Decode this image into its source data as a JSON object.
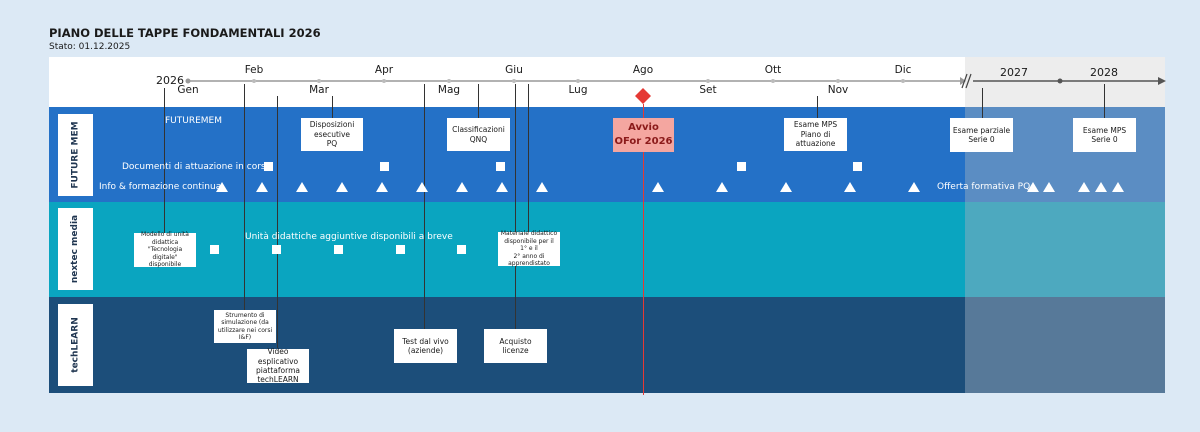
{
  "header": {
    "title": "PIANO DELLE TAPPE FONDAMENTALI 2026",
    "subtitle": "Stato: 01.12.2025"
  },
  "timeline": {
    "year_start": "2026",
    "months_top": [
      "Feb",
      "Apr",
      "Giu",
      "Ago",
      "Ott",
      "Dic"
    ],
    "months_bottom": [
      "Gen",
      "Mar",
      "Mag",
      "Lug",
      "Set",
      "Nov"
    ],
    "years_future": [
      "2027",
      "2028"
    ],
    "milestone": "Avvio\nOFor 2026",
    "milestone_color": "#e53935"
  },
  "colors": {
    "futuremem_band": "#2471c7",
    "nextec_band": "#0aa5c0",
    "techlearn_band": "#1c4e7a",
    "future_overlay": "#8aa3bb"
  },
  "lanes": {
    "futuremem": {
      "logo": "FUTURE MEM",
      "label": "FUTUREMEM",
      "row_docs": "Documenti di attuazione in corso",
      "row_info": "Info & formazione continua",
      "offerta": "Offerta formativa PQ",
      "boxes": [
        "Disposizioni\nesecutive\nPQ",
        "Classificazioni\nQNQ",
        "Esame MPS\nPiano di attuazione",
        "Esame parziale\nSerie 0",
        "Esame MPS\nSerie 0"
      ]
    },
    "nextec": {
      "logo": "nextec media",
      "label": "Unità didattiche aggiuntive disponibili a breve",
      "boxes": [
        "Modello di unità\ndidattica\n\"Tecnologia digitale\"\ndisponibile",
        "Materiale didattico\ndisponibile per il 1° e il\n2° anno di\napprendistato"
      ]
    },
    "techlearn": {
      "logo": "techLEARN",
      "boxes": [
        "Strumento di\nsimulazione (da\nutilizzare nei corsi I&F)",
        "Video esplicativo\npiattaforma\ntechLEARN",
        "Test dal vivo\n(aziende)",
        "Acquisto licenze"
      ]
    }
  }
}
